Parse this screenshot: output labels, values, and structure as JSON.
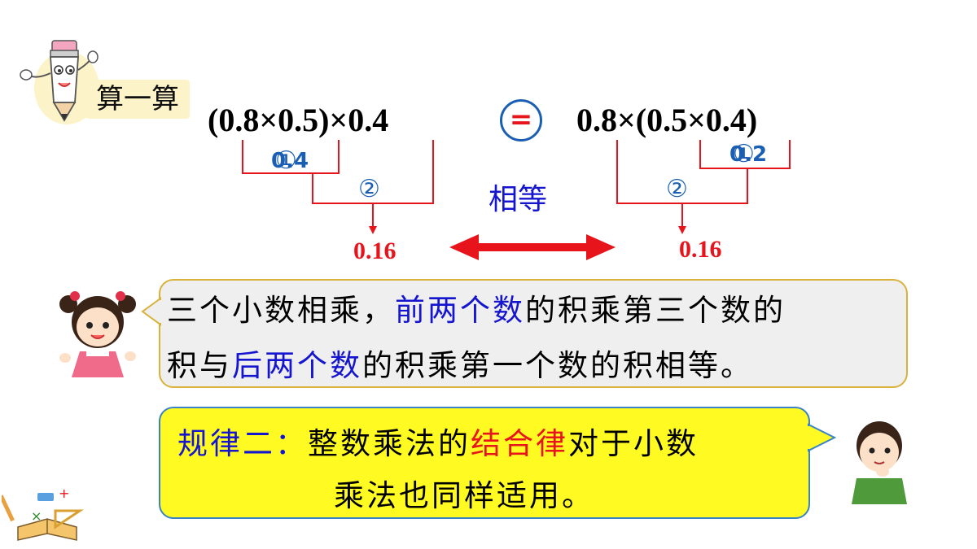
{
  "section_title": "算一算",
  "left_expr": "(0.8×0.5)×0.4",
  "equals_sign": "=",
  "right_expr": "0.8×(0.5×0.4)",
  "left_steps": {
    "step1": "①",
    "step1_value": "0.4",
    "step2": "②",
    "result": "0.16"
  },
  "right_steps": {
    "step1": "①",
    "step1_value": "0.2",
    "step2": "②",
    "result": "0.16"
  },
  "equal_word": "相等",
  "girl_bubble": {
    "line1_a": "三个小数相乘，",
    "line1_b": "前两个数",
    "line1_c": "的积乘第三个数的",
    "line2_a": "积与",
    "line2_b": "后两个数",
    "line2_c": "的积乘第一个数的积相等。"
  },
  "rule_box": {
    "head": "规律二：",
    "line1_a": "整数乘法的",
    "line1_b": "结合律",
    "line1_c": "对于小数",
    "line2": "乘法也同样适用。"
  },
  "colors": {
    "red": "#e8141b",
    "blue": "#1515d0",
    "step_blue": "#1a5fb4",
    "yellow": "#fffb22"
  }
}
